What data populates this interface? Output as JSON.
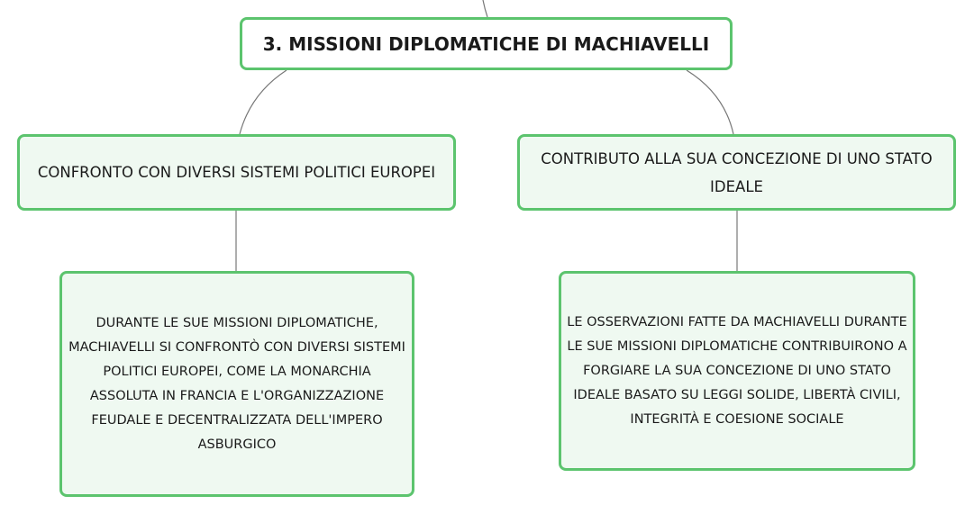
{
  "root": {
    "title": "3. MISSIONI DIPLOMATICHE DI MACHIAVELLI"
  },
  "branches": [
    {
      "label": "CONFRONTO CON DIVERSI SISTEMI POLITICI EUROPEI",
      "detail": "DURANTE LE SUE MISSIONI DIPLOMATICHE, MACHIAVELLI SI CONFRONTÒ CON DIVERSI SISTEMI POLITICI EUROPEI, COME LA MONARCHIA ASSOLUTA IN FRANCIA E L'ORGANIZZAZIONE FEUDALE E DECENTRALIZZATA DELL'IMPERO ASBURGICO"
    },
    {
      "label": "CONTRIBUTO ALLA SUA CONCEZIONE DI UNO STATO IDEALE",
      "detail": "LE OSSERVAZIONI FATTE DA MACHIAVELLI DURANTE LE SUE MISSIONI DIPLOMATICHE CONTRIBUIRONO A FORGIARE LA SUA CONCEZIONE DI UNO STATO IDEALE BASATO SU LEGGI SOLIDE, LIBERTÀ CIVILI, INTEGRITÀ E COESIONE SOCIALE"
    }
  ],
  "colors": {
    "node_border": "#5cc46e",
    "node_fill": "#eff9f1",
    "connector": "#777777"
  }
}
